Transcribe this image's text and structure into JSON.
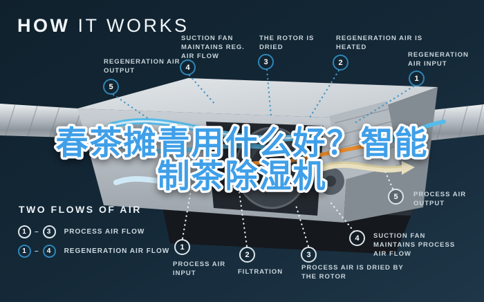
{
  "header": {
    "title_bold": "HOW",
    "title_rest": " IT WORKS"
  },
  "overlay_title": {
    "line1": "春茶摊青用什么好？智能",
    "line2": "制茶除湿机"
  },
  "colors": {
    "background": "#142837",
    "accent_blue": "#2f86b8",
    "label_text": "#c9d5db",
    "overlay_fill": "#3f9fe8",
    "overlay_outline": "#ffffff",
    "flow_cyan": "#57bbe9",
    "flow_orange": "#e98a2b",
    "flow_cream": "#e9e0bf"
  },
  "top_labels": [
    {
      "num": "5",
      "text": "REGENERATION AIR OUTPUT"
    },
    {
      "num": "4",
      "text": "SUCTION FAN MAINTAINS REG. AIR FLOW"
    },
    {
      "num": "3",
      "text": "THE ROTOR IS DRIED"
    },
    {
      "num": "2",
      "text": "REGENERATION AIR IS HEATED"
    },
    {
      "num": "1",
      "text": "REGENERATION AIR INPUT"
    }
  ],
  "bottom_labels": [
    {
      "num": "1",
      "text": "PROCESS AIR INPUT"
    },
    {
      "num": "2",
      "text": "FILTRATION"
    },
    {
      "num": "3",
      "text": "PROCESS AIR IS DRIED BY THE ROTOR"
    },
    {
      "num": "4",
      "text": "SUCTION FAN MAINTAINS PROCESS AIR FLOW"
    },
    {
      "num": "5",
      "text": "PROCESS AIR OUTPUT"
    }
  ],
  "legend": {
    "heading": "TWO FLOWS OF AIR",
    "dash": "–",
    "rows": [
      {
        "from": "1",
        "to": "3",
        "label": "PROCESS AIR FLOW",
        "variant": "white"
      },
      {
        "from": "1",
        "to": "4",
        "label": "REGENERATION AIR FLOW",
        "variant": "blue"
      }
    ]
  }
}
